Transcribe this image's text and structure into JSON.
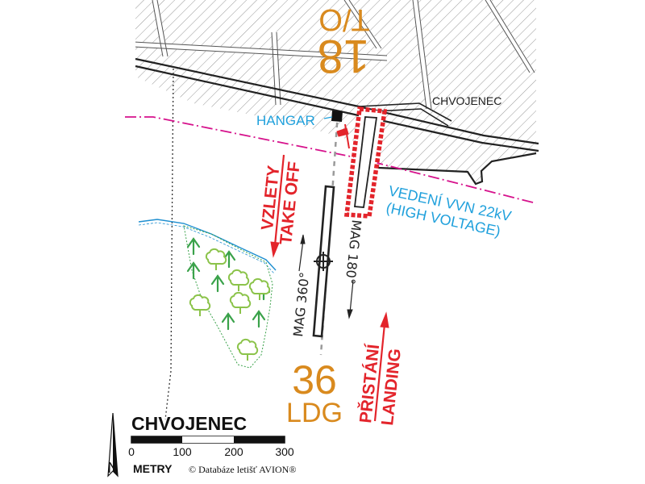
{
  "map": {
    "runway_heading_top": "18",
    "runway_label_top": "T/O",
    "runway_heading_bottom": "36",
    "runway_label_bottom": "LDG",
    "hangar_label": "HANGAR",
    "village_label": "CHVOJENEC",
    "takeoff_label_cz": "VZLETY",
    "takeoff_label_en": "TAKE OFF",
    "landing_label_cz": "PŘISTÁNÍ",
    "landing_label_en": "LANDING",
    "power_line_label_cz": "VEDENÍ VVN 22kV",
    "power_line_label_en": "(HIGH VOLTAGE)",
    "mag_north_label": "MAG 360°",
    "mag_south_label": "MAG 180°",
    "airfield_name": "CHVOJENEC",
    "north_label": "N",
    "scale_unit": "METRY",
    "scale_ticks": [
      "0",
      "100",
      "200",
      "300"
    ],
    "copyright": "© Databáze letišť AVION®"
  },
  "colors": {
    "runway_number": "#d98a1e",
    "arrow_red": "#e3242b",
    "hangar_text": "#1fa0dc",
    "power_line": "#d6128c",
    "forest_tree": "#3aa24a",
    "forest_light": "#8bc34a",
    "hatch": "#8c8c8c",
    "map_ink": "#222222"
  },
  "icons": [
    "north-arrow-icon",
    "windsock-icon",
    "arp-crosshair-icon",
    "tree-icon",
    "conifer-icon",
    "hangar-building-icon"
  ]
}
